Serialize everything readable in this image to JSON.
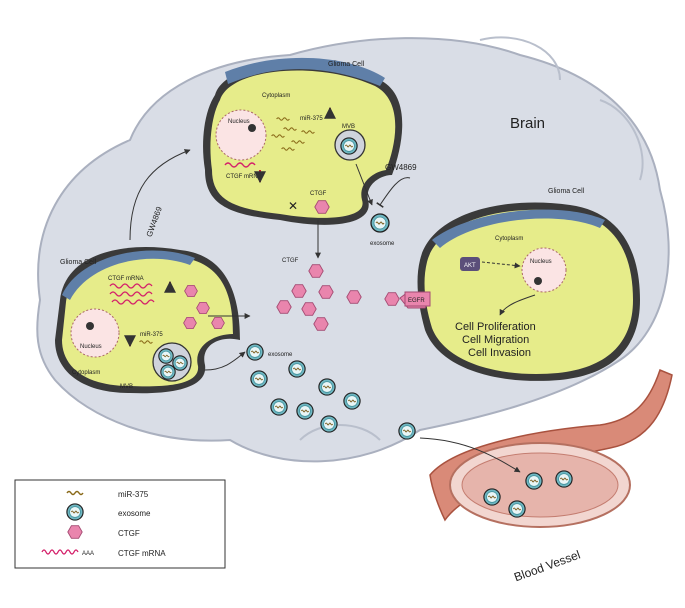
{
  "brain": {
    "label": "Brain"
  },
  "cell_top": {
    "title": "Glioma Cell",
    "cytoplasm": "Cytoplasm",
    "nucleus": "Nucleus",
    "mirna": "miR-375",
    "mvb": "MVB",
    "mrna": "CTGF mRNA",
    "ctgf": "CTGF",
    "exosome": "exosome",
    "inhibitor": "GW4869"
  },
  "cell_left": {
    "title": "Glioma Cell",
    "cytoplasm": "Cytoplasm",
    "nucleus": "Nucleus",
    "mirna": "miR-375",
    "mvb": "MVB",
    "mrna": "CTGF mRNA",
    "inhibitor": "GW4869"
  },
  "extracellular": {
    "ctgf": "CTGF",
    "exosome": "exosome"
  },
  "cell_right": {
    "title": "Glioma Cell",
    "cytoplasm": "Cytoplasm",
    "nucleus": "Nucleus",
    "akt": "AKT",
    "receptor": "EGFR",
    "outcomes": [
      "Cell Proliferation",
      "Cell Migration",
      "Cell Invasion"
    ]
  },
  "vessel": {
    "label": "Blood Vessel"
  },
  "legend": [
    {
      "icon": "mirna-icon",
      "label": "miR-375"
    },
    {
      "icon": "exosome-icon",
      "label": "exosome"
    },
    {
      "icon": "ctgf-icon",
      "label": "CTGF"
    },
    {
      "icon": "mrna-icon",
      "label": "CTGF mRNA"
    }
  ],
  "colors": {
    "brain": "#d8dce6",
    "cytoplasm": "#e6ec8a",
    "membrane": "#3a3a3a",
    "ctgf": "#e985ad",
    "exosome": "#6fb7c2",
    "nucleus": "#fbe4e4",
    "up_arrow": "#d4202a",
    "vessel": "#c96a5c"
  }
}
